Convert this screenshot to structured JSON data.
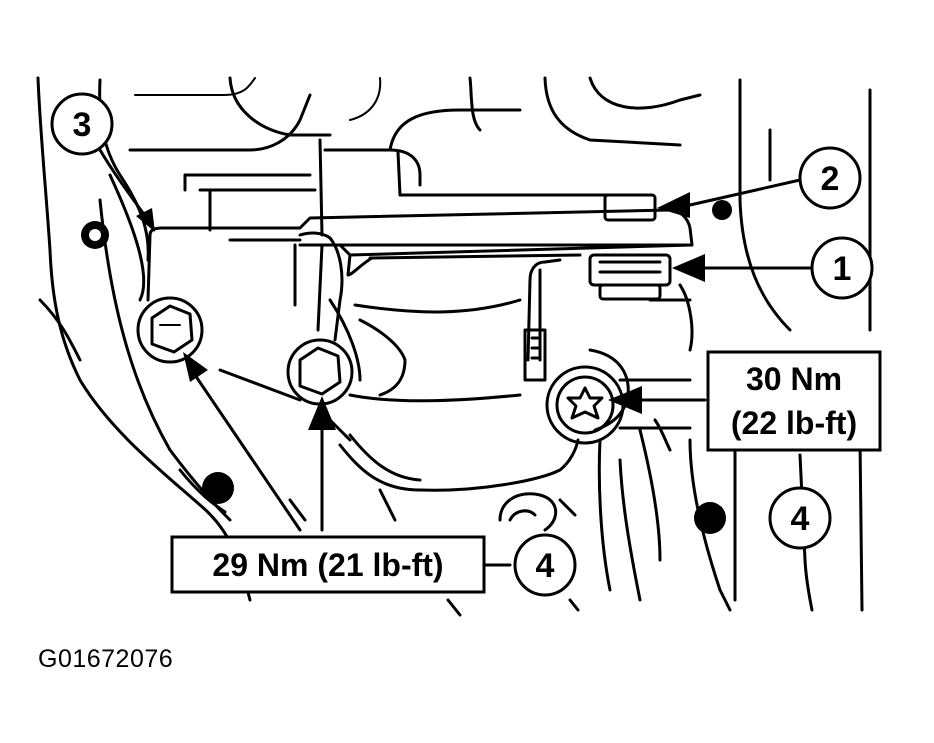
{
  "callouts": {
    "c1": "1",
    "c2": "2",
    "c3": "3",
    "c4_bottom": "4",
    "c4_right": "4"
  },
  "torque_upper": {
    "line1": "30 Nm",
    "line2": "(22 lb-ft)"
  },
  "torque_lower": "29 Nm (21 lb-ft)",
  "figure_id": "G01672076"
}
